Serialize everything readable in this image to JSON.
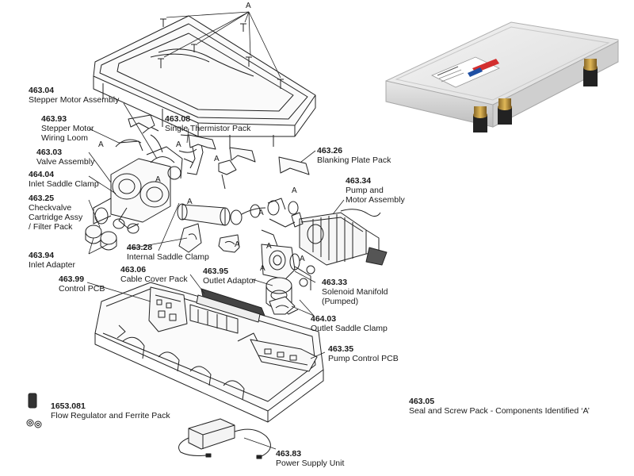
{
  "callout_letter": "A",
  "parts": [
    {
      "id": "p46304",
      "code": "463.04",
      "name": "Stepper Motor Assembly"
    },
    {
      "id": "p46393",
      "code": "463.93",
      "name": "Stepper Motor\nWiring Loom"
    },
    {
      "id": "p46303",
      "code": "463.03",
      "name": "Valve Assembly"
    },
    {
      "id": "p46404",
      "code": "464.04",
      "name": "Inlet Saddle Clamp"
    },
    {
      "id": "p46325",
      "code": "463.25",
      "name": "Checkvalve\nCartridge Assy\n/ Filter Pack"
    },
    {
      "id": "p46394",
      "code": "463.94",
      "name": "Inlet Adapter"
    },
    {
      "id": "p46399",
      "code": "463.99",
      "name": "Control PCB"
    },
    {
      "id": "p46308",
      "code": "463.08",
      "name": "Single Thermistor Pack"
    },
    {
      "id": "p46326",
      "code": "463.26",
      "name": "Blanking Plate Pack"
    },
    {
      "id": "p46334",
      "code": "463.34",
      "name": "Pump and\nMotor Assembly"
    },
    {
      "id": "p46328",
      "code": "463.28",
      "name": "Internal Saddle Clamp"
    },
    {
      "id": "p46306",
      "code": "463.06",
      "name": "Cable Cover Pack"
    },
    {
      "id": "p46395",
      "code": "463.95",
      "name": "Outlet Adaptor"
    },
    {
      "id": "p46333",
      "code": "463.33",
      "name": "Solenoid Manifold\n(Pumped)"
    },
    {
      "id": "p46403",
      "code": "464.03",
      "name": "Outlet Saddle Clamp"
    },
    {
      "id": "p46335",
      "code": "463.35",
      "name": "Pump Control PCB"
    },
    {
      "id": "p46305",
      "code": "463.05",
      "name": "Seal and Screw Pack - Components Identified ‘A’"
    },
    {
      "id": "p1653081",
      "code": "1653.081",
      "name": "Flow Regulator and Ferrite Pack"
    },
    {
      "id": "p46383",
      "code": "463.83",
      "name": "Power Supply Unit"
    }
  ]
}
